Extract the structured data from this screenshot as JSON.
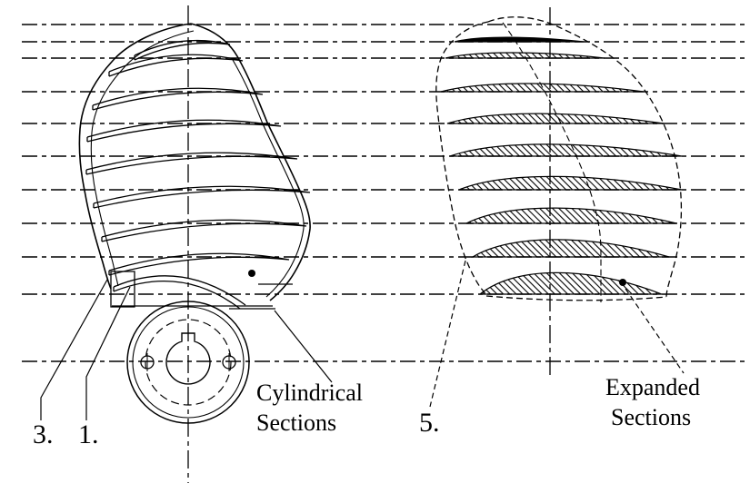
{
  "figure": {
    "kind": "propeller blade drawing",
    "cylindrical_section_count": 9,
    "expanded_section_count": 9,
    "ink_color": "#000000",
    "background_color": "#ffffff"
  },
  "labels": {
    "ref_3": "3.",
    "ref_1": "1.",
    "ref_5": "5.",
    "cylindrical_line1": "Cylindrical",
    "cylindrical_line2": "Sections",
    "expanded_line1": "Expanded",
    "expanded_line2": "Sections"
  }
}
